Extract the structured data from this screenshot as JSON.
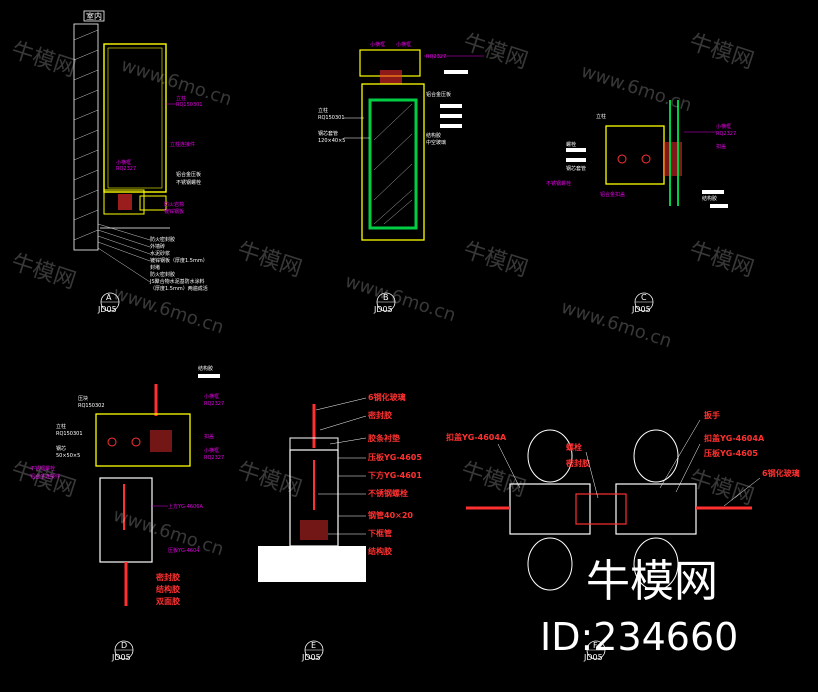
{
  "watermark": {
    "brand": "牛模网",
    "url": "www.6mo.cn"
  },
  "brand_mark": {
    "name": "牛模网",
    "id_label": "ID:234660"
  },
  "details": [
    {
      "key": "A",
      "letter": "A",
      "sheet": "JD05"
    },
    {
      "key": "B",
      "letter": "B",
      "sheet": "JD05"
    },
    {
      "key": "C",
      "letter": "C",
      "sheet": "JD05"
    },
    {
      "key": "D",
      "letter": "D",
      "sheet": "JD05"
    },
    {
      "key": "E",
      "letter": "E",
      "sheet": "JD05"
    },
    {
      "key": "F",
      "letter": "F",
      "sheet": "JD05"
    }
  ],
  "labels": {
    "a_top": "室内",
    "a_col1": "立柱",
    "a_col2": "RQ150301",
    "a_m1": "立柱连接件",
    "a_m2": "铝合金压板",
    "a_m3": "不锈钢螺栓",
    "a_w1": "小横框",
    "a_w2": "RQ2327",
    "a_w3": "防火岩棉",
    "a_w4": "镀锌钢板",
    "a_l1": "防火密封胶",
    "a_l2": "外墙砖",
    "a_l3": "水泥砂浆",
    "a_l4": "镀锌钢板（厚度1.5mm）",
    "a_l5": "封堵",
    "a_l6": "防火密封胶",
    "a_l7": "JS聚合物水泥基防水涂料",
    "a_l8": "（厚度1.5mm）两遍成活",
    "b_t1": "小横框",
    "b_t2": "小横框",
    "b_t3": "RQ2327",
    "b_r1": "铝合金压板",
    "b_r2": "结构胶",
    "b_r3": "中空玻璃",
    "b_l1": "立柱",
    "b_l2": "RQ150301",
    "b_l3": "钢芯套管",
    "b_l4": "120×40×5",
    "c_l1": "立柱",
    "c_l2": "螺栓",
    "c_l3": "钢芯套管",
    "c_r1": "小横框",
    "c_r2": "RQ2327",
    "c_r3": "扣盖",
    "c_b1": "不锈钢螺栓",
    "c_b2": "铝合金扣盖",
    "c_b3": "结构胶",
    "d_l1": "压块",
    "d_l2": "RQ150302",
    "d_l3": "立柱",
    "d_l4": "RQ150301",
    "d_l5": "钢芯",
    "d_l6": "50×50×5",
    "d_l7": "不锈钢螺栓",
    "d_l8": "铝合金连接件",
    "d_r1": "结构胶",
    "d_r2": "小横框",
    "d_r3": "RQ2327",
    "d_r4": "扣盖",
    "d_r5": "小横框",
    "d_r6": "RQ2327",
    "d_m1": "上方YG-4606A",
    "d_m2": "压板YG-4604",
    "d_b1": "密封胶",
    "d_b2": "结构胶",
    "d_b3": "双面胶",
    "e_r1": "6钢化玻璃",
    "e_r2": "密封胶",
    "e_r3": "胶条衬垫",
    "e_r4": "压板YG-4605",
    "e_r5": "下方YG-4601",
    "e_r6": "不锈钢螺栓",
    "e_r7": "钢管40×20",
    "e_r8": "下框管",
    "e_r9": "结构胶",
    "f_l1": "扣盖YG-4604A",
    "f_m1": "螺栓",
    "f_m2": "密封胶",
    "f_r1": "扳手",
    "f_r2": "扣盖YG-4604A",
    "f_r3": "压板YG-4605",
    "f_r4": "6钢化玻璃"
  },
  "colors": {
    "background": "#000000",
    "line": "#ffffff",
    "frame": "#ffff00",
    "annotation": "#e000e0",
    "highlight": "#ff3030",
    "glass": "#00cc44"
  }
}
